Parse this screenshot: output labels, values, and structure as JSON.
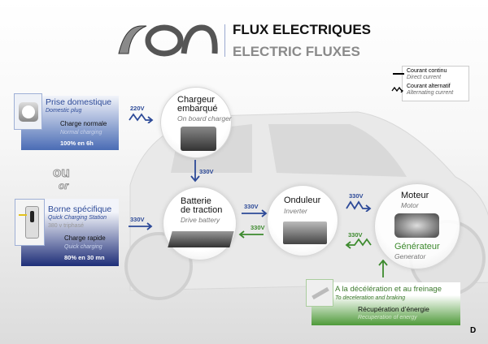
{
  "header": {
    "logo_text": "iOn",
    "title_fr": "FLUX ELECTRIQUES",
    "title_en": "ELECTRIC FLUXES"
  },
  "legend": {
    "dc": {
      "label": "Courant continu",
      "sub": "Direct current"
    },
    "ac": {
      "label": "Courant alternatif",
      "sub": "Alternating current"
    }
  },
  "domestic": {
    "title": "Prise domestique",
    "subtitle": "Domestic plug",
    "charge": "Charge normale",
    "charge_en": "Normal charging",
    "time": "100% en 6h"
  },
  "or": {
    "fr": "ou",
    "en": "or"
  },
  "station": {
    "title": "Borne spécifique",
    "subtitle": "Quick Charging Station",
    "power": "380 v triphasé",
    "charge": "Charge rapide",
    "charge_en": "Quick charging",
    "time": "80% en 30 mn"
  },
  "nodes": {
    "charger": {
      "title1": "Chargeur",
      "title2": "embarqué",
      "sub": "On board charger"
    },
    "battery": {
      "title1": "Batterie",
      "title2": "de traction",
      "sub": "Drive battery"
    },
    "inverter": {
      "title": "Onduleur",
      "sub": "Inverter"
    },
    "motor": {
      "title": "Moteur",
      "sub": "Motor",
      "gen": "Générateur",
      "gen_sub": "Generator"
    }
  },
  "voltages": {
    "v220": "220V",
    "v330_down": "330V",
    "v330_in": "330V",
    "v330_bi": "330V",
    "v330_ib": "330V",
    "v330_im": "330V",
    "v330_mi": "330V"
  },
  "recovery": {
    "title": "A la décélération et au freinage",
    "sub": "To deceleration and braking",
    "label": "Récupération d’énergie",
    "label_en": "Recuperation of energy"
  },
  "page_letter": "D",
  "colors": {
    "blue": "#2d4a98",
    "green": "#3d8a2e",
    "navy": "#1e2e78"
  }
}
